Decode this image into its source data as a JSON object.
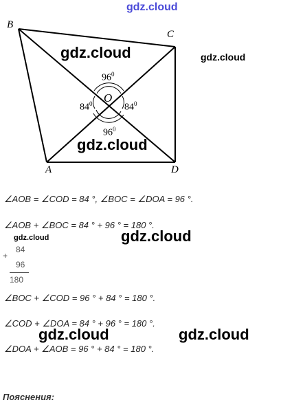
{
  "watermark": "gdz.cloud",
  "figure": {
    "points": {
      "B": "B",
      "C": "C",
      "O": "O",
      "A": "A",
      "D": "D"
    },
    "angles": {
      "top": "96",
      "left": "84",
      "right": "84",
      "bottom": "96",
      "degree": "0"
    }
  },
  "lines": [
    "∠AOB = ∠COD = 84 °, ∠BOC = ∠DOA = 96 °.",
    "∠AOB + ∠BOC = 84 ° + 96 ° = 180 °.",
    "∠BOC + ∠COD = 96 ° + 84 ° = 180 °.",
    "∠COD + ∠DOA = 84 ° + 96 ° = 180 °.",
    "∠DOA + ∠AOB = 96 ° + 84 ° = 180 °."
  ],
  "calc": {
    "sign": "+",
    "a": "84",
    "b": "96",
    "sum": "180"
  },
  "footer": "Пояснения:"
}
